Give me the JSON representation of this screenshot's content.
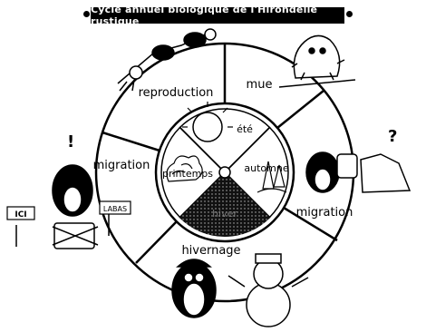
{
  "title": "Cycle annuel biologique de l'Hirondelle rustique",
  "seasons": {
    "summer": "été",
    "spring": "printemps",
    "autumn": "automne",
    "winter": "hiver"
  },
  "phases": {
    "reproduction": "reproduction",
    "moult": "mue",
    "migration_right": "migration",
    "wintering": "hivernage",
    "migration_left": "migration"
  },
  "signs": {
    "here": "ICI",
    "there": "LABAS"
  }
}
